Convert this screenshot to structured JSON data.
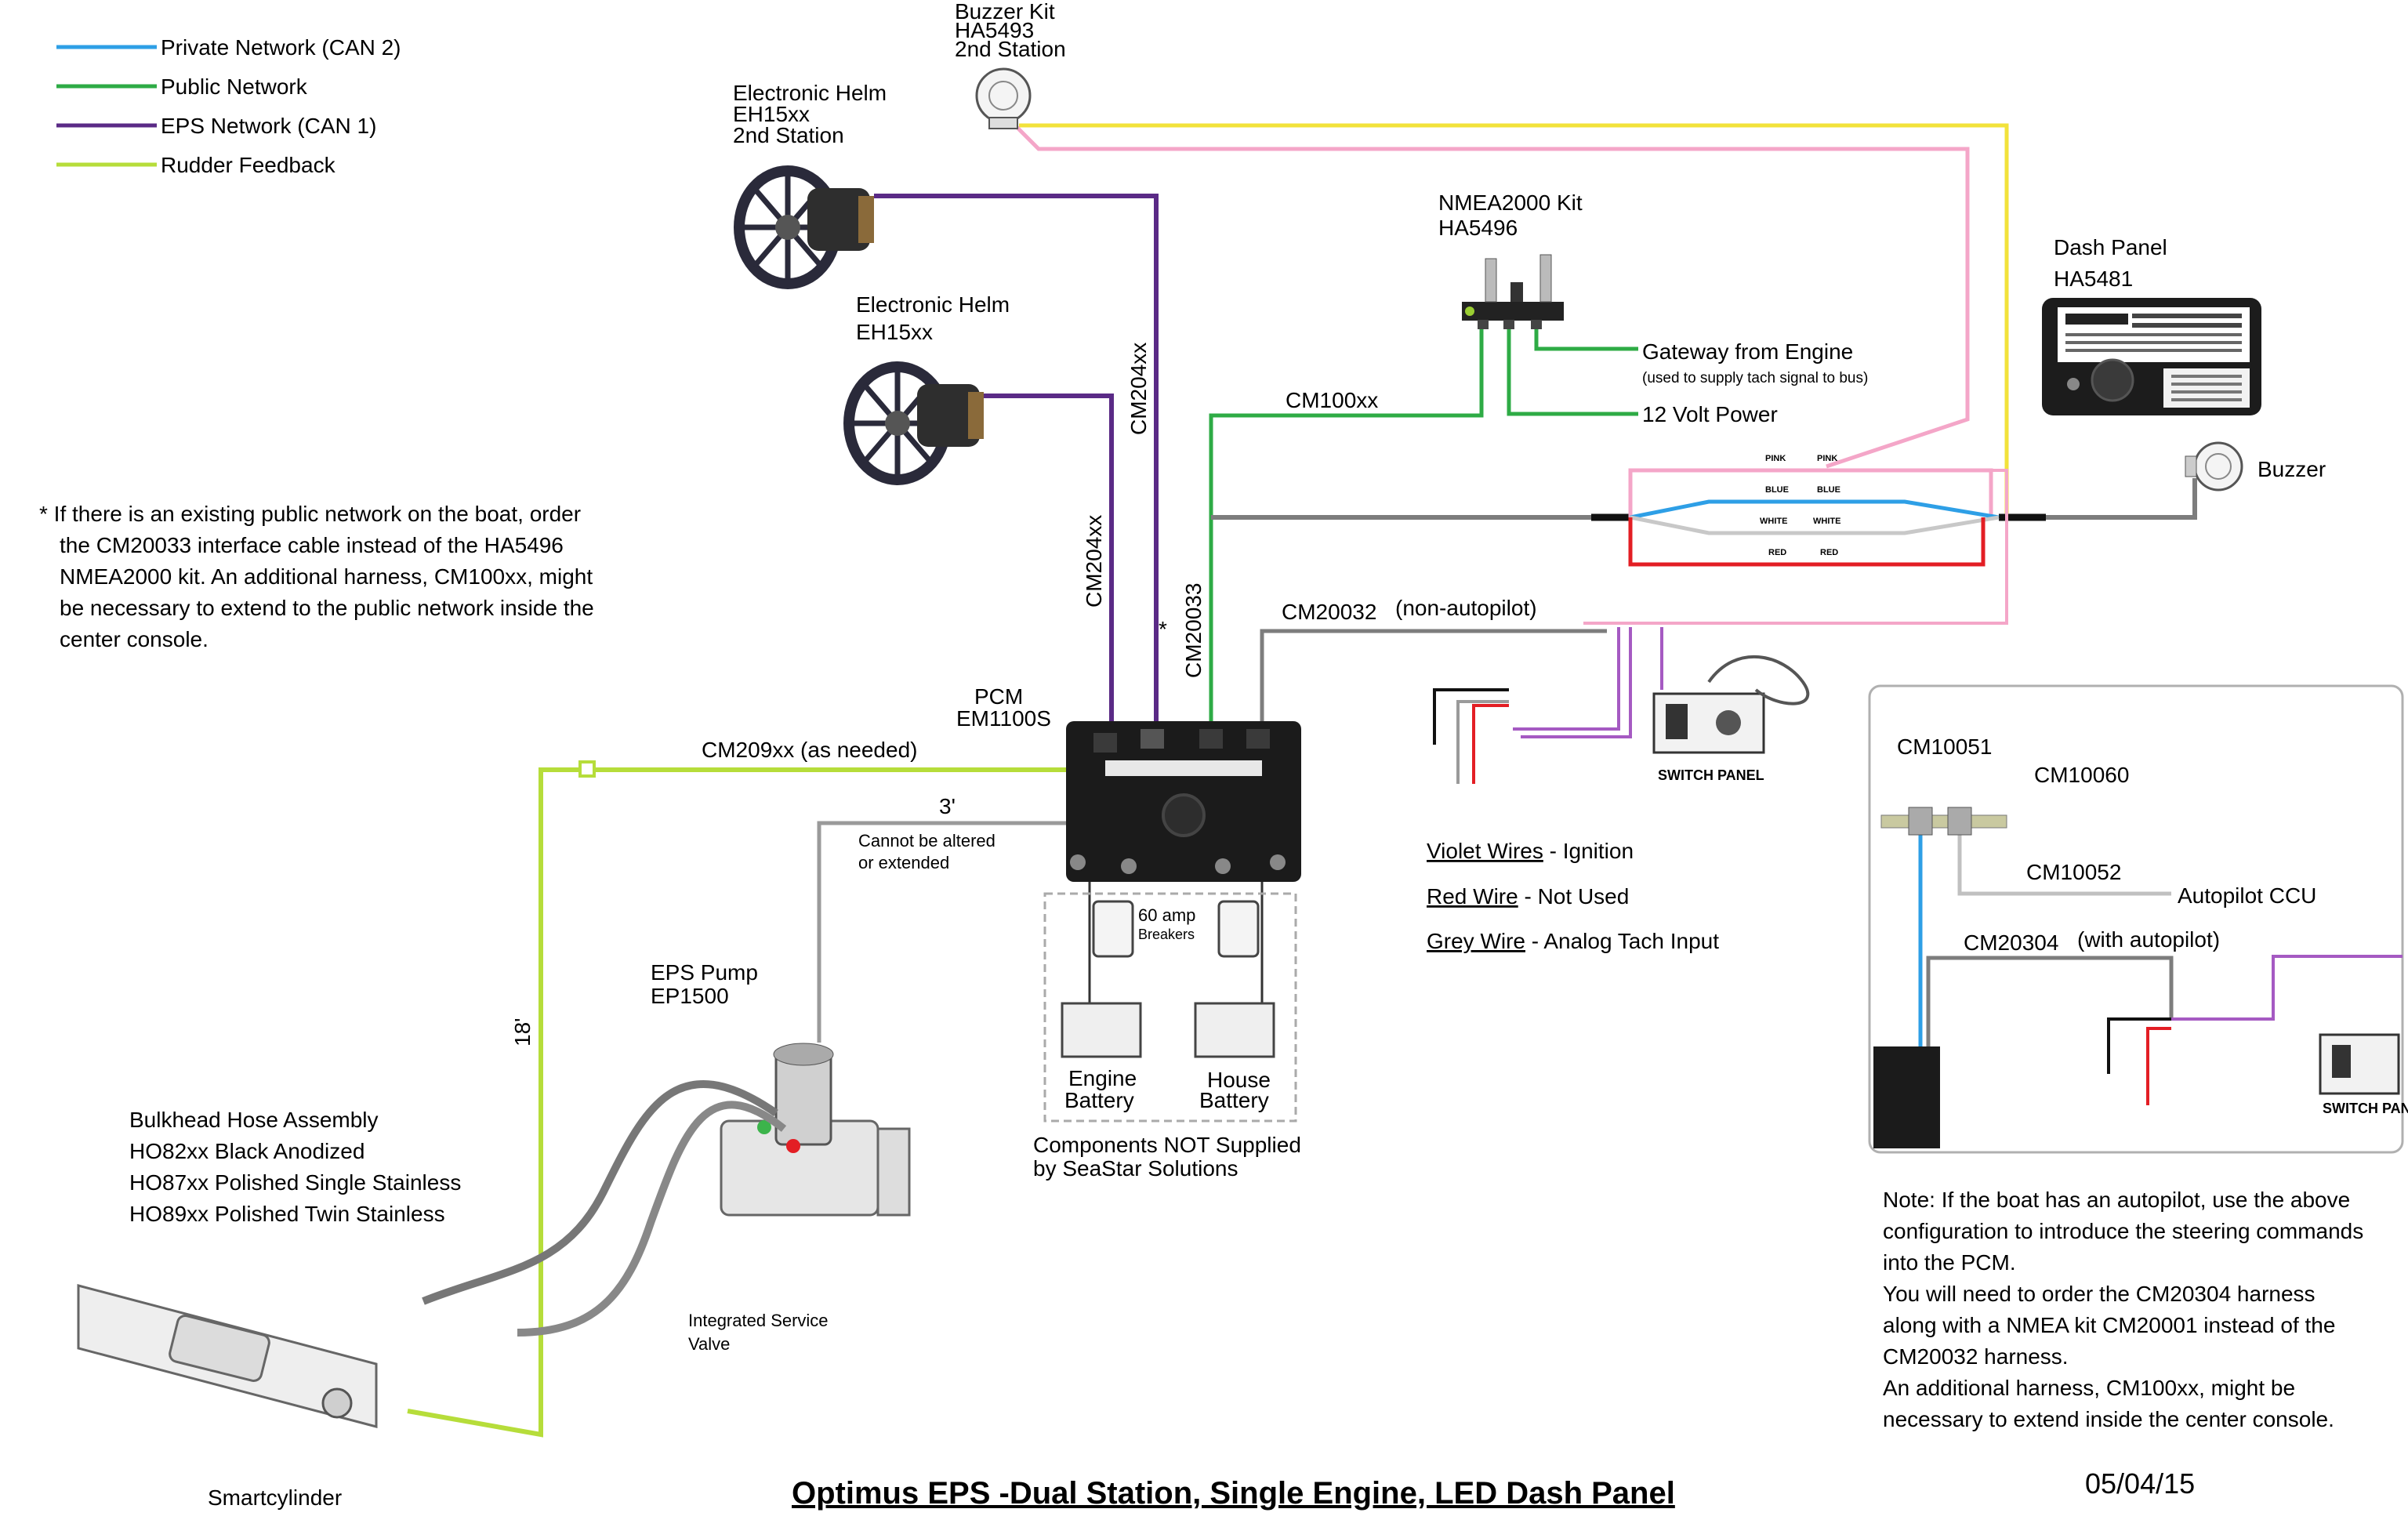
{
  "legend": {
    "items": [
      {
        "label": "Private Network (CAN 2)",
        "color": "#2e9fe6"
      },
      {
        "label": "Public Network",
        "color": "#2eab45"
      },
      {
        "label": "EPS Network (CAN 1)",
        "color": "#5a2a86"
      },
      {
        "label": "Rudder Feedback",
        "color": "#b6dd3a"
      }
    ]
  },
  "colors": {
    "private": "#2e9fe6",
    "public": "#2eab45",
    "eps": "#5a2a86",
    "rudder": "#b6dd3a",
    "yellow": "#f2e23a",
    "pink": "#f4a6c8",
    "red": "#e31e24",
    "grey": "#7d7d7d",
    "white_wire": "#c8c8c8"
  },
  "note_public": [
    "* If there is an existing public network on the boat, order",
    "the CM20033 interface cable instead of the HA5496",
    "NMEA2000 kit. An additional harness, CM100xx, might",
    "be necessary to extend to the public network inside the",
    "center console."
  ],
  "components": {
    "buzzer_kit": [
      "Buzzer Kit",
      "HA5493",
      "2nd Station"
    ],
    "helm2": [
      "Electronic Helm",
      "EH15xx",
      "2nd Station"
    ],
    "helm1": [
      "Electronic Helm",
      "EH15xx"
    ],
    "nmea": [
      "NMEA2000 Kit",
      "HA5496"
    ],
    "dash": [
      "Dash Panel",
      "HA5481"
    ],
    "gateway": "Gateway from Engine",
    "gateway_note": "(used to supply tach signal to bus)",
    "volt12": "12 Volt Power",
    "buzzer": "Buzzer",
    "pcm": [
      "PCM",
      "EM1100S"
    ],
    "eps_pump": [
      "EPS Pump",
      "EP1500"
    ],
    "bulkhead": [
      "Bulkhead Hose Assembly",
      "HO82xx  Black Anodized",
      "HO87xx  Polished Single Stainless",
      "HO89xx  Polished Twin Stainless"
    ],
    "service_valve": [
      "Integrated Service",
      "Valve"
    ],
    "smartcylinder": "Smartcylinder",
    "breakers": [
      "60 amp",
      "Breakers"
    ],
    "engine_battery": [
      "Engine",
      "Battery"
    ],
    "house_battery": [
      "House",
      "Battery"
    ],
    "not_supplied": [
      "Components NOT Supplied",
      "by SeaStar Solutions"
    ],
    "switch_panel": "SWITCH PANEL",
    "autopilot_ccu": "Autopilot CCU"
  },
  "cables": {
    "cm204_a": "CM204xx",
    "cm204_b": "CM204xx",
    "cm100": "CM100xx",
    "cm20033": "CM20033",
    "cm20033_star": "*",
    "cm20032": "CM20032",
    "cm20032_note": "(non-autopilot)",
    "cm209": "CM209xx (as needed)",
    "three_ft": "3'",
    "cannot_alter": [
      "Cannot be altered",
      "or extended"
    ],
    "eighteen_ft": "18'",
    "cm10051": "CM10051",
    "cm10060": "CM10060",
    "cm10052": "CM10052",
    "cm20304": "CM20304",
    "cm20304_note": "(with autopilot)"
  },
  "harness_labels": {
    "pink1": "PINK",
    "pink2": "PINK",
    "blue1": "BLUE",
    "blue2": "BLUE",
    "white1": "WHITE",
    "white2": "WHITE",
    "red1": "RED",
    "red2": "RED"
  },
  "wire_legend": [
    {
      "name": "Violet Wires",
      "desc": " - Ignition"
    },
    {
      "name": "Red Wire",
      "desc": " - Not Used"
    },
    {
      "name": "Grey Wire",
      "desc": " - Analog Tach Input"
    }
  ],
  "note_autopilot": [
    "Note: If the boat has an autopilot, use the above",
    "configuration to introduce the steering commands",
    "into the PCM.",
    "You will need to order the CM20304 harness",
    "along with a NMEA kit CM20001 instead of the",
    "CM20032 harness.",
    "An additional harness, CM100xx, might be",
    "necessary to extend inside the center console."
  ],
  "title": "Optimus EPS -Dual Station, Single Engine, LED Dash Panel",
  "date": "05/04/15"
}
